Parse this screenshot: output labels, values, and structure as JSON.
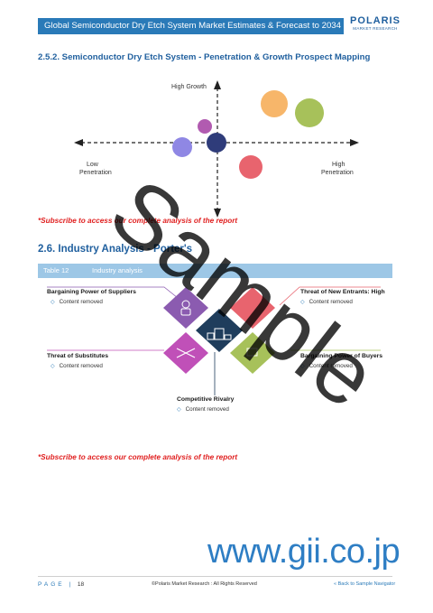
{
  "header": {
    "title": "Global Semiconductor Dry Etch System Market Estimates & Forecast to 2034",
    "logo_main": "POLARIS",
    "logo_sub": "MARKET RESEARCH"
  },
  "section_252": {
    "title": "2.5.2. Semiconductor Dry Etch System - Penetration & Growth Prospect Mapping"
  },
  "bubble_chart": {
    "y_top_label": "High Growth",
    "x_left_label_1": "Low",
    "x_left_label_2": "Penetration",
    "x_right_label_1": "High",
    "x_right_label_2": "Penetration",
    "colors": {
      "orange": "#f7b66a",
      "green": "#a7c15a",
      "purple": "#b15bb0",
      "lavender": "#8f87e4",
      "navy": "#2f3c7a",
      "red": "#e8646e"
    }
  },
  "subscribe_1": "*Subscribe to access our complete analysis of the report",
  "section_26": {
    "title": "2.6.   Industry Analysis - Porter's"
  },
  "table": {
    "label": "Table 12",
    "caption": "Industry analysis"
  },
  "porters": {
    "suppliers_title": "Bargaining Power of Suppliers",
    "suppliers_item": "Content removed",
    "new_entrants_title": "Threat of New Entrants: High",
    "new_entrants_item": "Content removed",
    "substitutes_title": "Threat of Substitutes",
    "substitutes_item": "Content removed",
    "buyers_title": "Bargaining Power of Buyers",
    "buyers_item": "Content removed",
    "rivalry_title": "Competitive Rivalry",
    "rivalry_item": "Content removed",
    "colors": {
      "purple": "#8b5bb0",
      "red": "#e8646e",
      "navy": "#1f3d5c",
      "magenta": "#c050b8",
      "green": "#a7c15a"
    }
  },
  "subscribe_2": "*Subscribe to access our complete analysis of the report",
  "footer": {
    "page_label": "PAGE",
    "page_number": "18",
    "copyright": "©Polaris Market Research : All Rights Reserved",
    "back_link": "« Back to Sample Navigator"
  },
  "watermark": {
    "text": "Sample",
    "url": "www.gii.co.jp"
  }
}
